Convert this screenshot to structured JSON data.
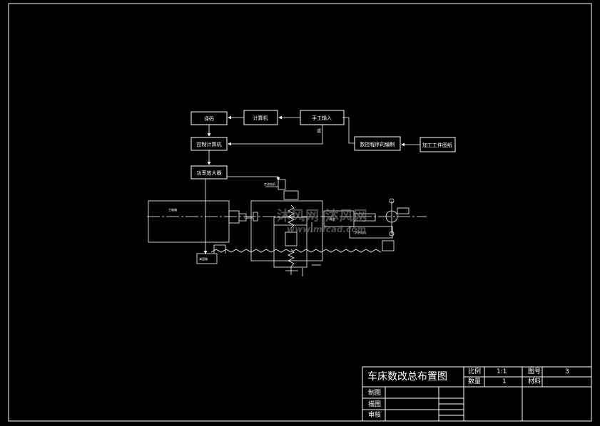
{
  "blocks": {
    "decoder": "译码",
    "computer": "计算机",
    "manual_input": "手工输入",
    "or_label": "或",
    "control_calc": "控制计算机",
    "program": "数控程序的编制",
    "part_drawing": "加工工件图纸",
    "power_amp": "功率放大器"
  },
  "machine_labels": {
    "headstock": "主轴箱",
    "tailstock": "尾座",
    "motor_z": "步进电机",
    "motor_x": "步进电机",
    "tool": "刀",
    "gear_box": "减速箱"
  },
  "watermark": {
    "cn": "沐风网 沐风网",
    "en": "www.mfcad.com"
  },
  "title_block": {
    "title": "车床数改总布置图",
    "scale_label": "比例",
    "scale_value": "1:1",
    "drawing_no_label": "图号",
    "drawing_no_value": "3",
    "qty_label": "数量",
    "qty_value": "1",
    "material_label": "材料",
    "drawn_label": "制图",
    "traced_label": "描图",
    "checked_label": "审核"
  },
  "colors": {
    "background": "#000000",
    "line": "#ffffff",
    "watermark": "#8a8a8a"
  }
}
